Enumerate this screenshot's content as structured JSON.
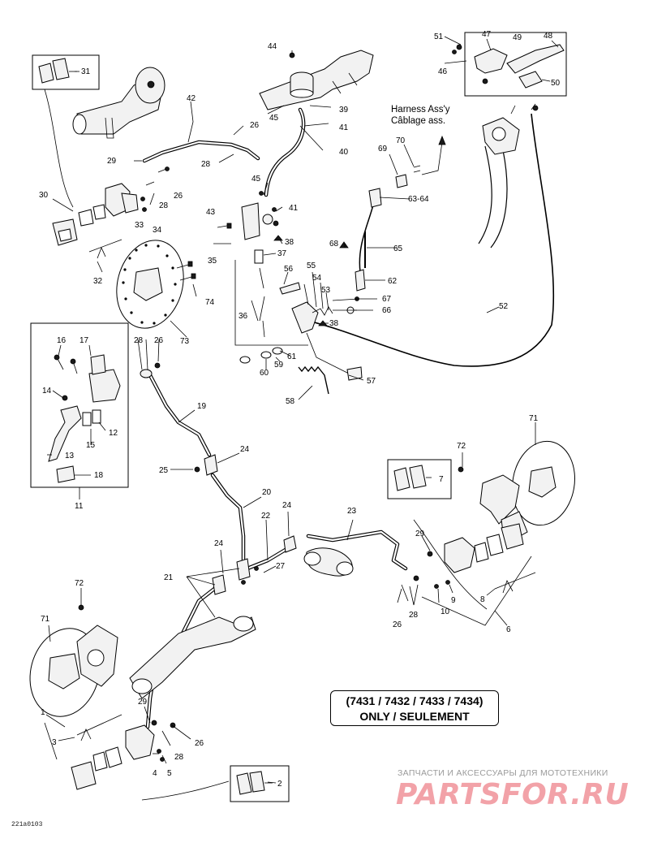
{
  "harness_label": {
    "line1": "Harness Ass'y",
    "line2": "Câblage ass."
  },
  "model_note": {
    "line1": "(7431 / 7432 / 7433 / 7434)",
    "line2": "ONLY / SEULEMENT"
  },
  "drawing_code": "221a0103",
  "watermark": {
    "caption": "ЗАПЧАСТИ И АКСЕССУАРЫ ДЛЯ МОТОТЕХНИКИ",
    "logo": "PARTSFOR.RU",
    "color": "#f2a2a8"
  },
  "callouts": {
    "c1": "1",
    "c2": "2",
    "c3": "3",
    "c4": "4",
    "c5": "5",
    "c6": "6",
    "c7": "7",
    "c8": "8",
    "c9": "9",
    "c10": "10",
    "c11": "11",
    "c12": "12",
    "c13": "13",
    "c14": "14",
    "c15": "15",
    "c16": "16",
    "c17": "17",
    "c18": "18",
    "c19": "19",
    "c20": "20",
    "c21": "21",
    "c22": "22",
    "c23": "23",
    "c24": "24",
    "c25": "25",
    "c26": "26",
    "c27": "27",
    "c28": "28",
    "c29": "29",
    "c30": "30",
    "c31": "31",
    "c32": "32",
    "c33": "33",
    "c34": "34",
    "c35": "35",
    "c36": "36",
    "c37": "37",
    "c38": "38",
    "c39": "39",
    "c40": "40",
    "c41": "41",
    "c42": "42",
    "c43": "43",
    "c44": "44",
    "c45": "45",
    "c46": "46",
    "c47": "47",
    "c48": "48",
    "c49": "49",
    "c50": "50",
    "c51": "51",
    "c52": "52",
    "c53": "53",
    "c54": "54",
    "c55": "55",
    "c56": "56",
    "c57": "57",
    "c58": "58",
    "c59": "59",
    "c60": "60",
    "c61": "61",
    "c62": "62",
    "c6364": "63-64",
    "c65": "65",
    "c66": "66",
    "c67": "67",
    "c68": "68",
    "c69": "69",
    "c70": "70",
    "c71": "71",
    "c72": "72",
    "c73": "73",
    "c74": "74"
  }
}
